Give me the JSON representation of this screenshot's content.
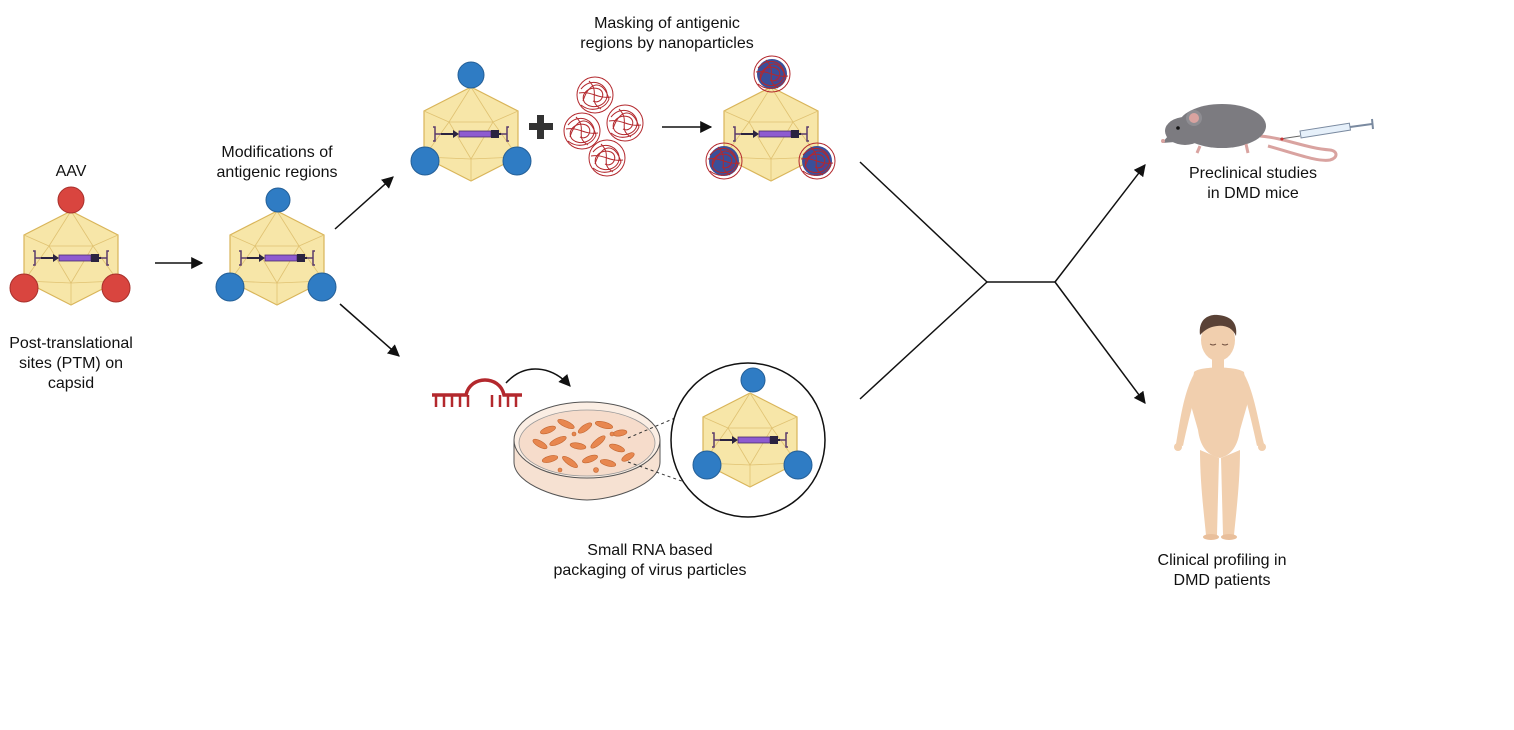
{
  "labels": {
    "aav": "AAV",
    "ptm_line1": "Post-translational",
    "ptm_line2": "sites (PTM) on",
    "ptm_line3": "capsid",
    "mods_line1": "Modifications of",
    "mods_line2": "antigenic regions",
    "mask_line1": "Masking of antigenic",
    "mask_line2": "regions by nanoparticles",
    "rna_line1": "Small RNA based",
    "rna_line2": "packaging of virus particles",
    "preclin_line1": "Preclinical studies",
    "preclin_line2": "in DMD mice",
    "clin_line1": "Clinical profiling in",
    "clin_line2": "DMD patients"
  },
  "colors": {
    "capsid_fill": "#f7e6a8",
    "capsid_stroke": "#d9b55a",
    "red_site": "#d9453f",
    "blue_site": "#2f7cc4",
    "transgene": "#8e5bd0",
    "nanoparticle": "#b3282d",
    "rna": "#b3282d",
    "cell": "#e8874f",
    "dish": "#f6e1d2",
    "mouse": "#7c7b80",
    "skin": "#f1cfae",
    "line": "#111111"
  },
  "icons": [
    "aav-capsid-icon",
    "nanoparticle-icon",
    "small-rna-icon",
    "petri-dish-icon",
    "magnifier-circle-icon",
    "mouse-icon",
    "syringe-icon",
    "child-patient-icon"
  ]
}
